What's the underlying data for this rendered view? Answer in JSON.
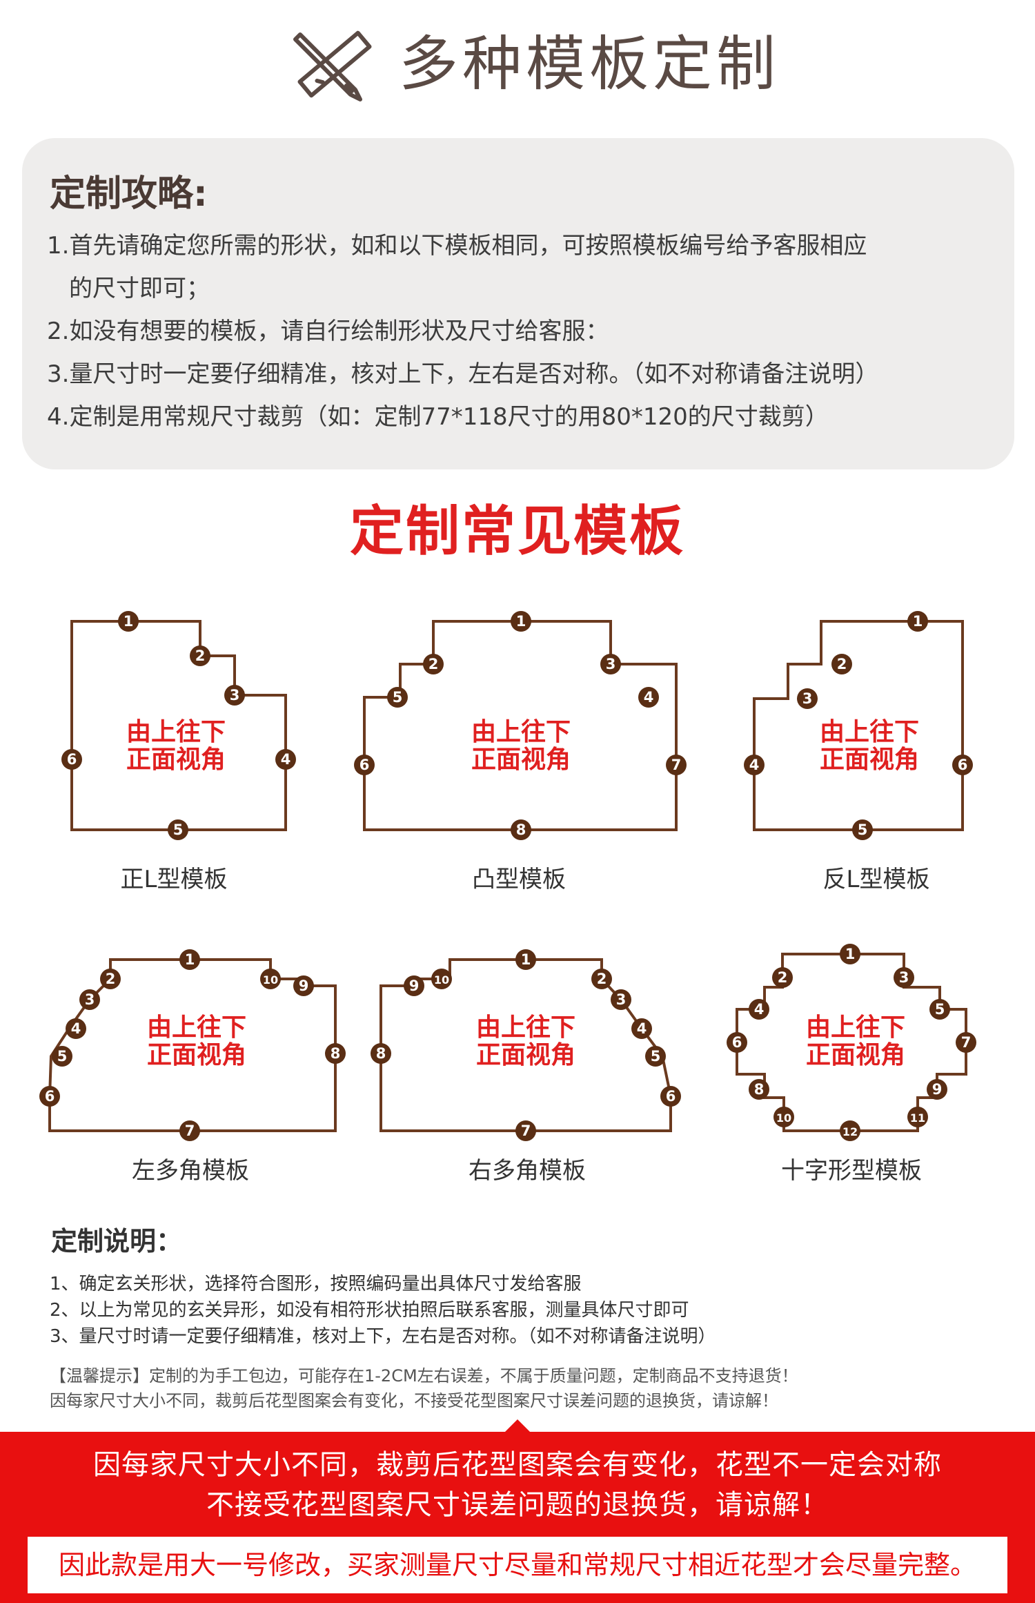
{
  "header": {
    "title": "多种模板定制",
    "icon": "pencil-ruler-icon"
  },
  "guide": {
    "title": "定制攻略:",
    "lines": [
      "1.首先请确定您所需的形状，如和以下模板相同，可按照模板编号给予客服相应",
      "的尺寸即可；",
      "2.如没有想要的模板，请自行绘制形状及尺寸给客服：",
      "3.量尺寸时一定要仔细精准，核对上下，左右是否对称。（如不对称请备注说明）",
      "4.定制是用常规尺寸裁剪（如：定制77*118尺寸的用80*120的尺寸裁剪）"
    ]
  },
  "section_title": "定制常见模板",
  "view_text": [
    "由上往下",
    "正面视角"
  ],
  "templates": [
    {
      "label": "正L型模板",
      "markers": [
        "1",
        "2",
        "3",
        "4",
        "5",
        "6"
      ]
    },
    {
      "label": "凸型模板",
      "markers": [
        "1",
        "2",
        "3",
        "4",
        "5",
        "6",
        "7",
        "8"
      ]
    },
    {
      "label": "反L型模板",
      "markers": [
        "1",
        "2",
        "3",
        "4",
        "5",
        "6"
      ]
    },
    {
      "label": "左多角模板",
      "markers": [
        "1",
        "2",
        "3",
        "4",
        "5",
        "6",
        "7",
        "8",
        "9",
        "10"
      ]
    },
    {
      "label": "右多角模板",
      "markers": [
        "1",
        "2",
        "3",
        "4",
        "5",
        "6",
        "7",
        "8",
        "9",
        "10"
      ]
    },
    {
      "label": "十字形型模板",
      "markers": [
        "1",
        "2",
        "3",
        "4",
        "5",
        "6",
        "7",
        "8",
        "9",
        "10",
        "11",
        "12"
      ]
    }
  ],
  "notes": {
    "title": "定制说明：",
    "lines": [
      "1、确定玄关形状，选择符合图形，按照编码量出具体尺寸发给客服",
      "2、以上为常见的玄关异形，如没有相符形状拍照后联系客服，测量具体尺寸即可",
      "3、量尺寸时请一定要仔细精准，核对上下，左右是否对称。（如不对称请备注说明）"
    ],
    "tips": [
      "【温馨提示】定制的为手工包边，可能存在1-2CM左右误差，不属于质量问题，定制商品不支持退货！",
      "因每家尺寸大小不同，裁剪后花型图案会有变化，不接受花型图案尺寸误差问题的退换货，请谅解！"
    ]
  },
  "banner": {
    "lines": [
      "因每家尺寸大小不同，裁剪后花型图案会有变化，花型不一定会对称",
      "不接受花型图案尺寸误差问题的退换货，请谅解！"
    ],
    "strip": "因此款是用大一号修改，买家测量尺寸尽量和常规尺寸相近花型才会尽量完整。"
  },
  "colors": {
    "brown": "#6b3a1f",
    "marker": "#5a2e14",
    "red": "#e02020",
    "banner_red": "#e81010"
  }
}
